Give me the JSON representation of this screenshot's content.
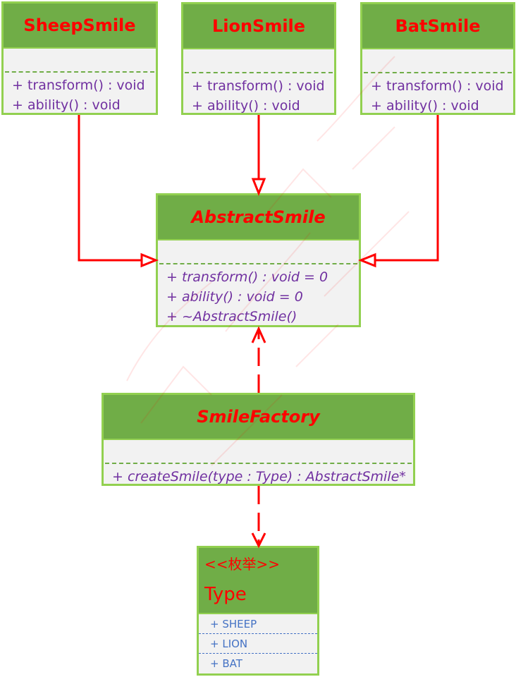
{
  "classes": {
    "sheep": {
      "name": "SheepSmile",
      "methods": [
        "+ transform() : void",
        "+ ability() : void"
      ]
    },
    "lion": {
      "name": "LionSmile",
      "methods": [
        "+ transform() : void",
        "+ ability() : void"
      ]
    },
    "bat": {
      "name": "BatSmile",
      "methods": [
        "+ transform() : void",
        "+ ability() : void"
      ]
    },
    "abstract": {
      "name": "AbstractSmile",
      "methods": [
        "+ transform() : void = 0",
        "+ ability() : void = 0",
        "+ ~AbstractSmile()"
      ]
    },
    "factory": {
      "name": "SmileFactory",
      "methods": [
        "+ createSmile(type : Type) : AbstractSmile*"
      ]
    },
    "type": {
      "stereotype": "<<枚举>>",
      "name": "Type",
      "values": [
        "+ SHEEP",
        "+ LION",
        "+ BAT"
      ]
    }
  },
  "colors": {
    "header_fill": "#70ad47",
    "border": "#92d050",
    "body_fill": "#f2f2f2",
    "class_name": "#ff0000",
    "method_text": "#7030a0",
    "enum_text": "#4472c4",
    "connector": "#ff0000"
  }
}
